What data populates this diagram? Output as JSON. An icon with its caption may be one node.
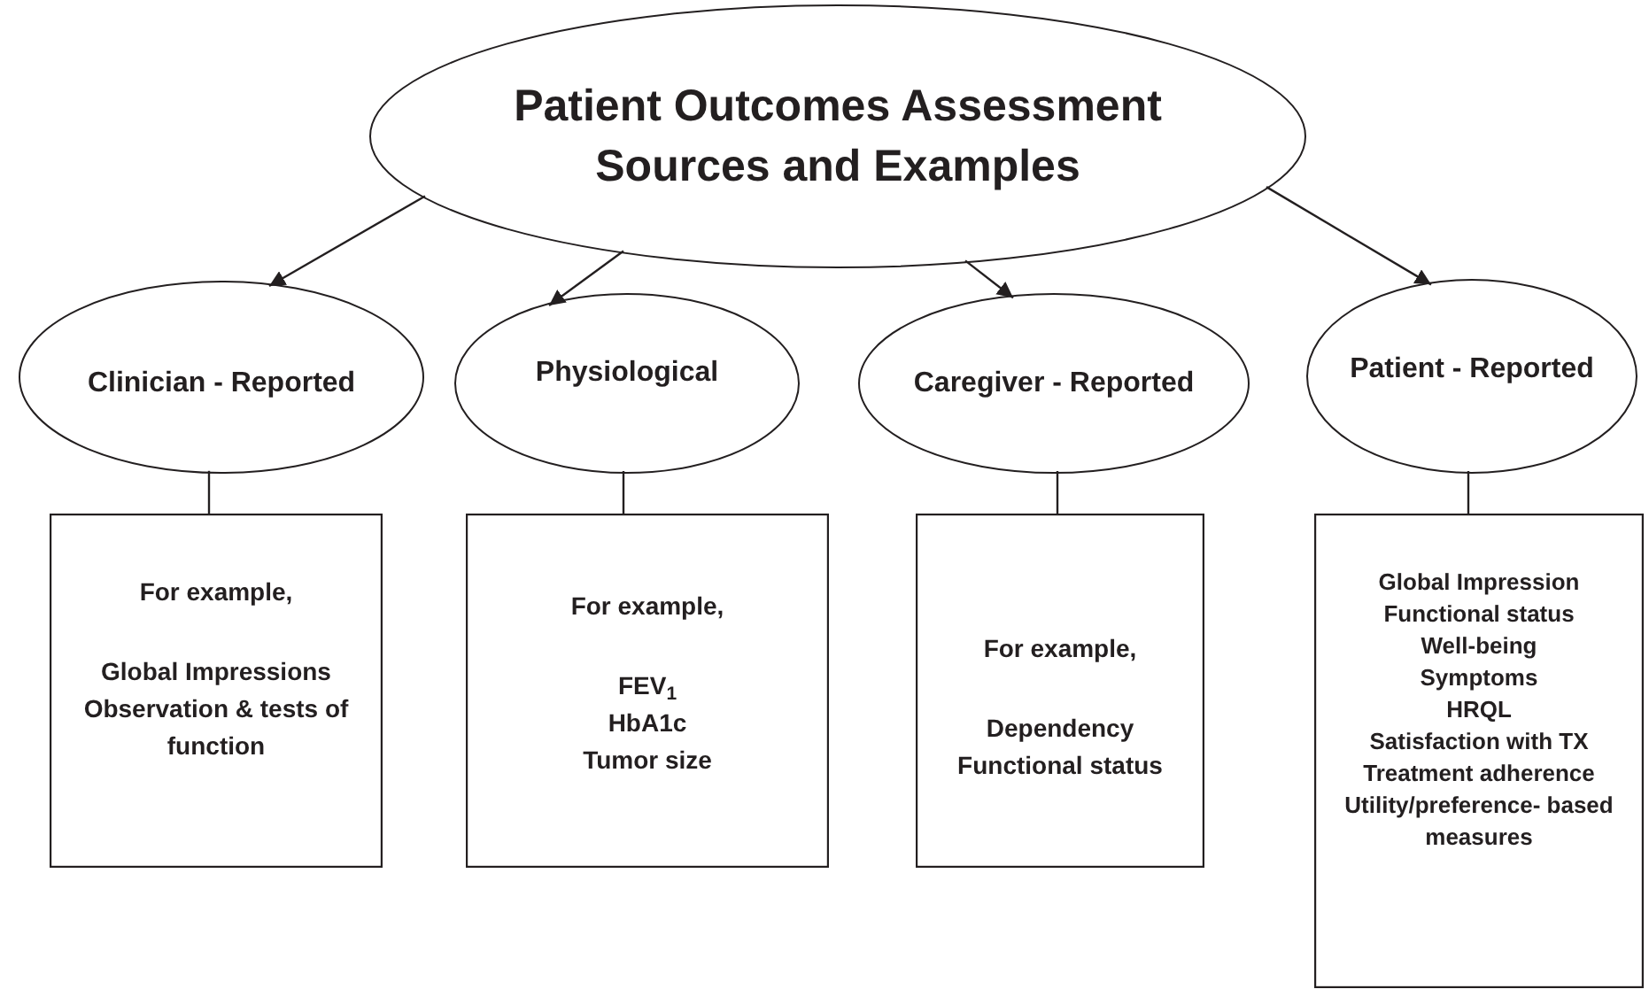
{
  "diagram": {
    "nodes": [
      {
        "text": [
          "Patient Outcomes Assessment Sources and Examples"
        ]
      },
      {
        "text": [
          "Clinician - Reported"
        ]
      },
      {
        "text": [
          "Physiological"
        ]
      },
      {
        "text": [
          "Caregiver - Reported"
        ]
      },
      {
        "text": [
          "Patient - Reported"
        ]
      },
      {
        "text": [
          "For example,",
          "Global Impressions",
          "Observation & tests of function"
        ]
      },
      {
        "text": [
          "For example,",
          "FEV$_{1}$",
          "HbA1c",
          "Tumor size"
        ]
      },
      {
        "text": [
          "For example,",
          "Dependency",
          "Functional status"
        ]
      },
      {
        "text": [
          "Global Impression",
          "Functional status",
          "Well-being",
          "Symptoms",
          "HRQL",
          "Satisfaction with TX",
          "Treatment adherence",
          "Utility/preference- based measures"
        ]
      }
    ],
    "edges": [
      {
        "from": 0,
        "to": 1,
        "arrow": "to"
      },
      {
        "from": 0,
        "to": 2,
        "arrow": "to"
      },
      {
        "from": 0,
        "to": 3,
        "arrow": "to"
      },
      {
        "from": 0,
        "to": 4,
        "arrow": "to"
      },
      {
        "from": 1,
        "to": 5,
        "arrow": "none"
      },
      {
        "from": 2,
        "to": 6,
        "arrow": "none"
      },
      {
        "from": 3,
        "to": 7,
        "arrow": "none"
      },
      {
        "from": 4,
        "to": 8,
        "arrow": "none"
      }
    ]
  }
}
